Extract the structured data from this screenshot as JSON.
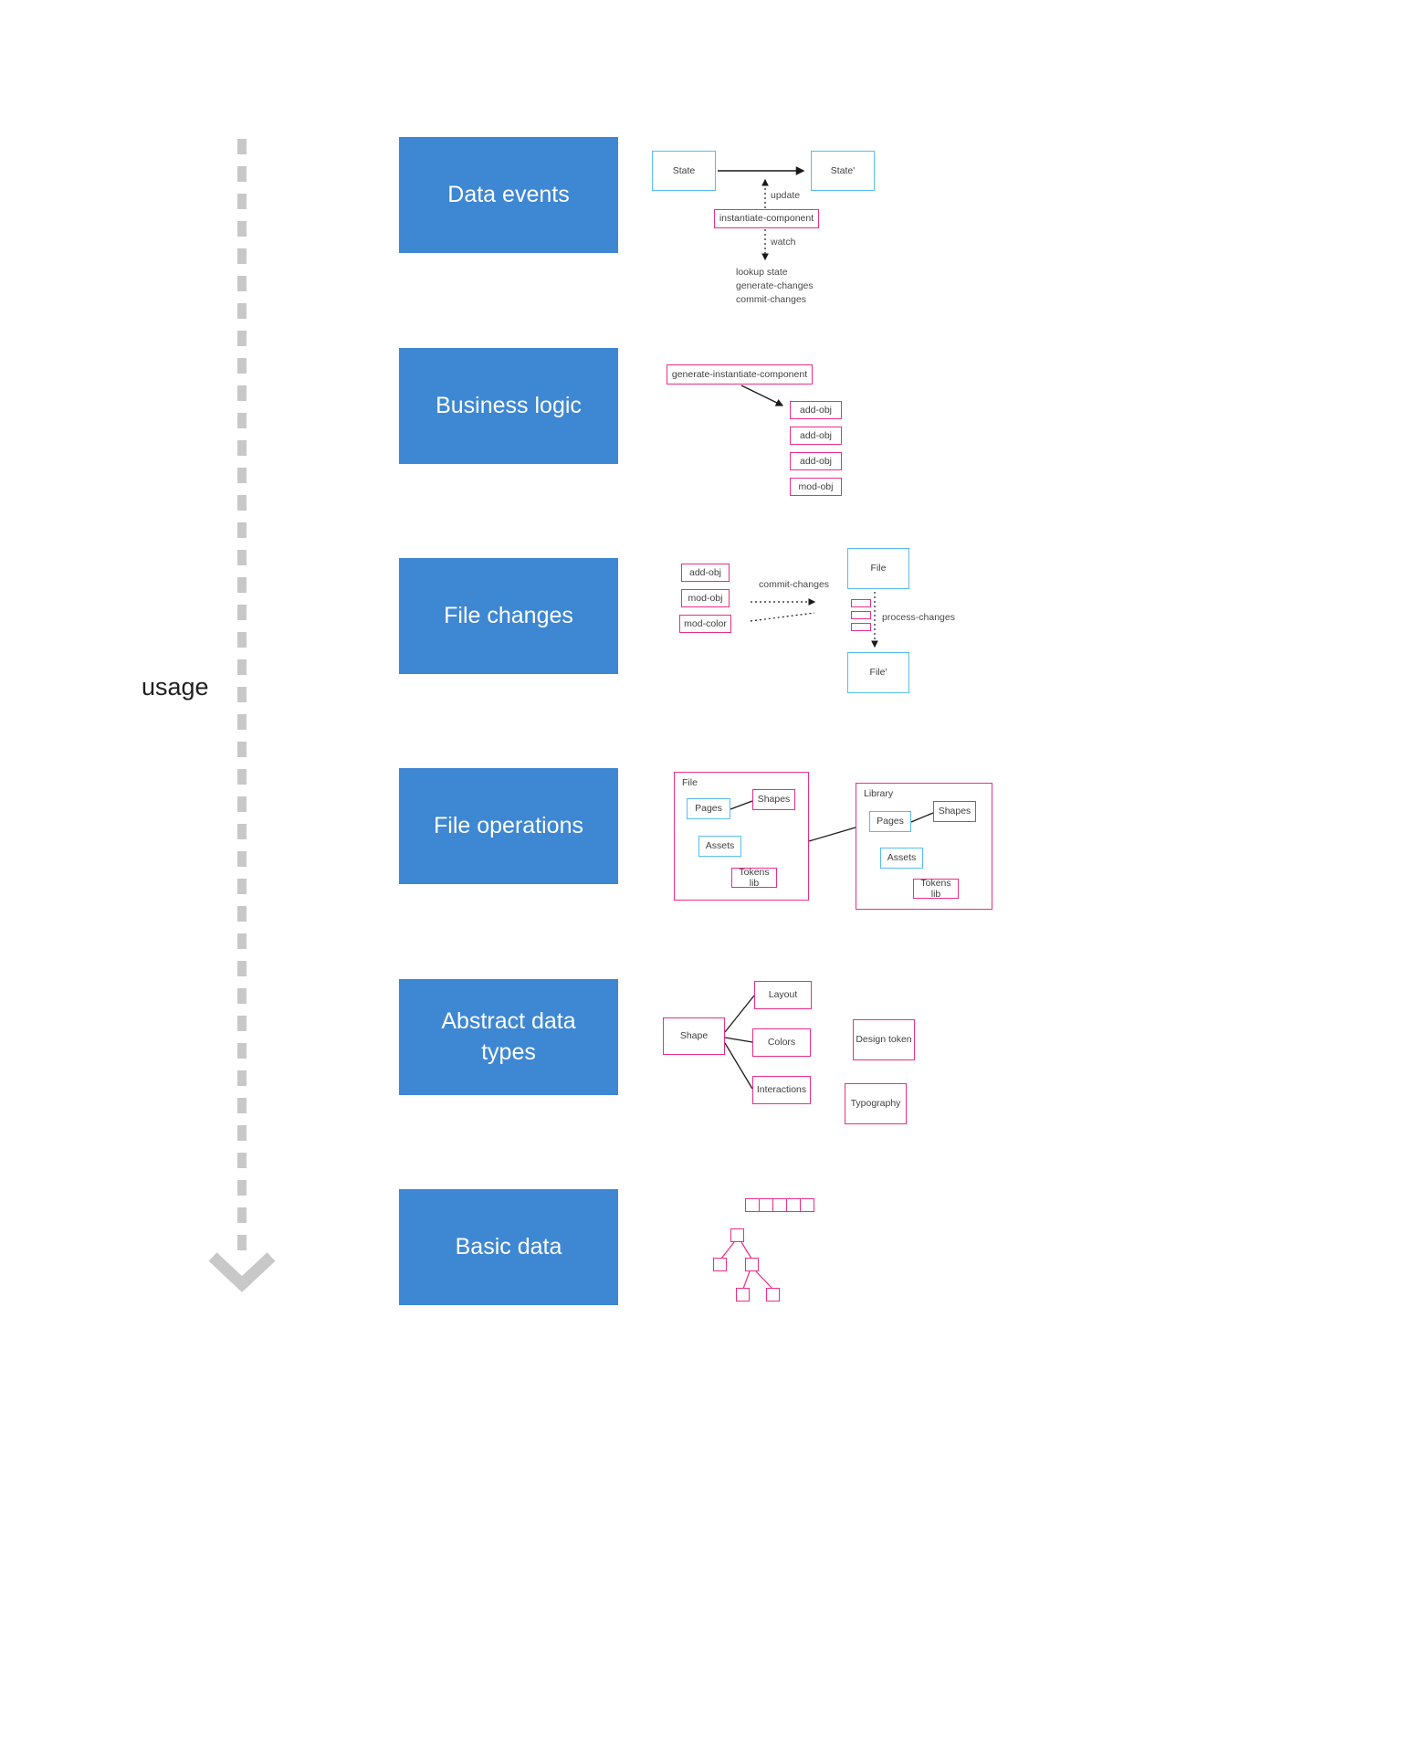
{
  "colors": {
    "layer_blue": "#3e87d3",
    "outline_blue": "#56bdf0",
    "outline_pink": "#ec2d87",
    "arrow_gray": "#c8c8c8"
  },
  "axis": {
    "label": "usage"
  },
  "layers": [
    {
      "label": "Data events"
    },
    {
      "label": "Business logic"
    },
    {
      "label": "File changes"
    },
    {
      "label": "File operations"
    },
    {
      "label": "Abstract data types"
    },
    {
      "label": "Basic data"
    }
  ],
  "data_events": {
    "state": "State",
    "state_prime": "State'",
    "update": "update",
    "instantiate_component": "instantiate-component",
    "watch": "watch",
    "note_1": "lookup state",
    "note_2": "generate-changes",
    "note_3": "commit-changes"
  },
  "business_logic": {
    "generator": "generate-instantiate-component",
    "ops": [
      {
        "label": "add-obj"
      },
      {
        "label": "add-obj"
      },
      {
        "label": "add-obj"
      },
      {
        "label": "mod-obj"
      }
    ]
  },
  "file_changes": {
    "changes": [
      {
        "label": "add-obj"
      },
      {
        "label": "mod-obj"
      },
      {
        "label": "mod-color"
      }
    ],
    "commit": "commit-changes",
    "file": "File",
    "process": "process-changes",
    "file_prime": "File'"
  },
  "file_operations": {
    "file": {
      "title": "File",
      "pages": "Pages",
      "shapes": "Shapes",
      "assets": "Assets",
      "tokens": "Tokens lib"
    },
    "library": {
      "title": "Library",
      "pages": "Pages",
      "shapes": "Shapes",
      "assets": "Assets",
      "tokens": "Tokens lib"
    }
  },
  "abstract_types": {
    "shape": "Shape",
    "layout": "Layout",
    "colors": "Colors",
    "interactions": "Interactions",
    "design_token": "Design token",
    "typography": "Typography"
  }
}
